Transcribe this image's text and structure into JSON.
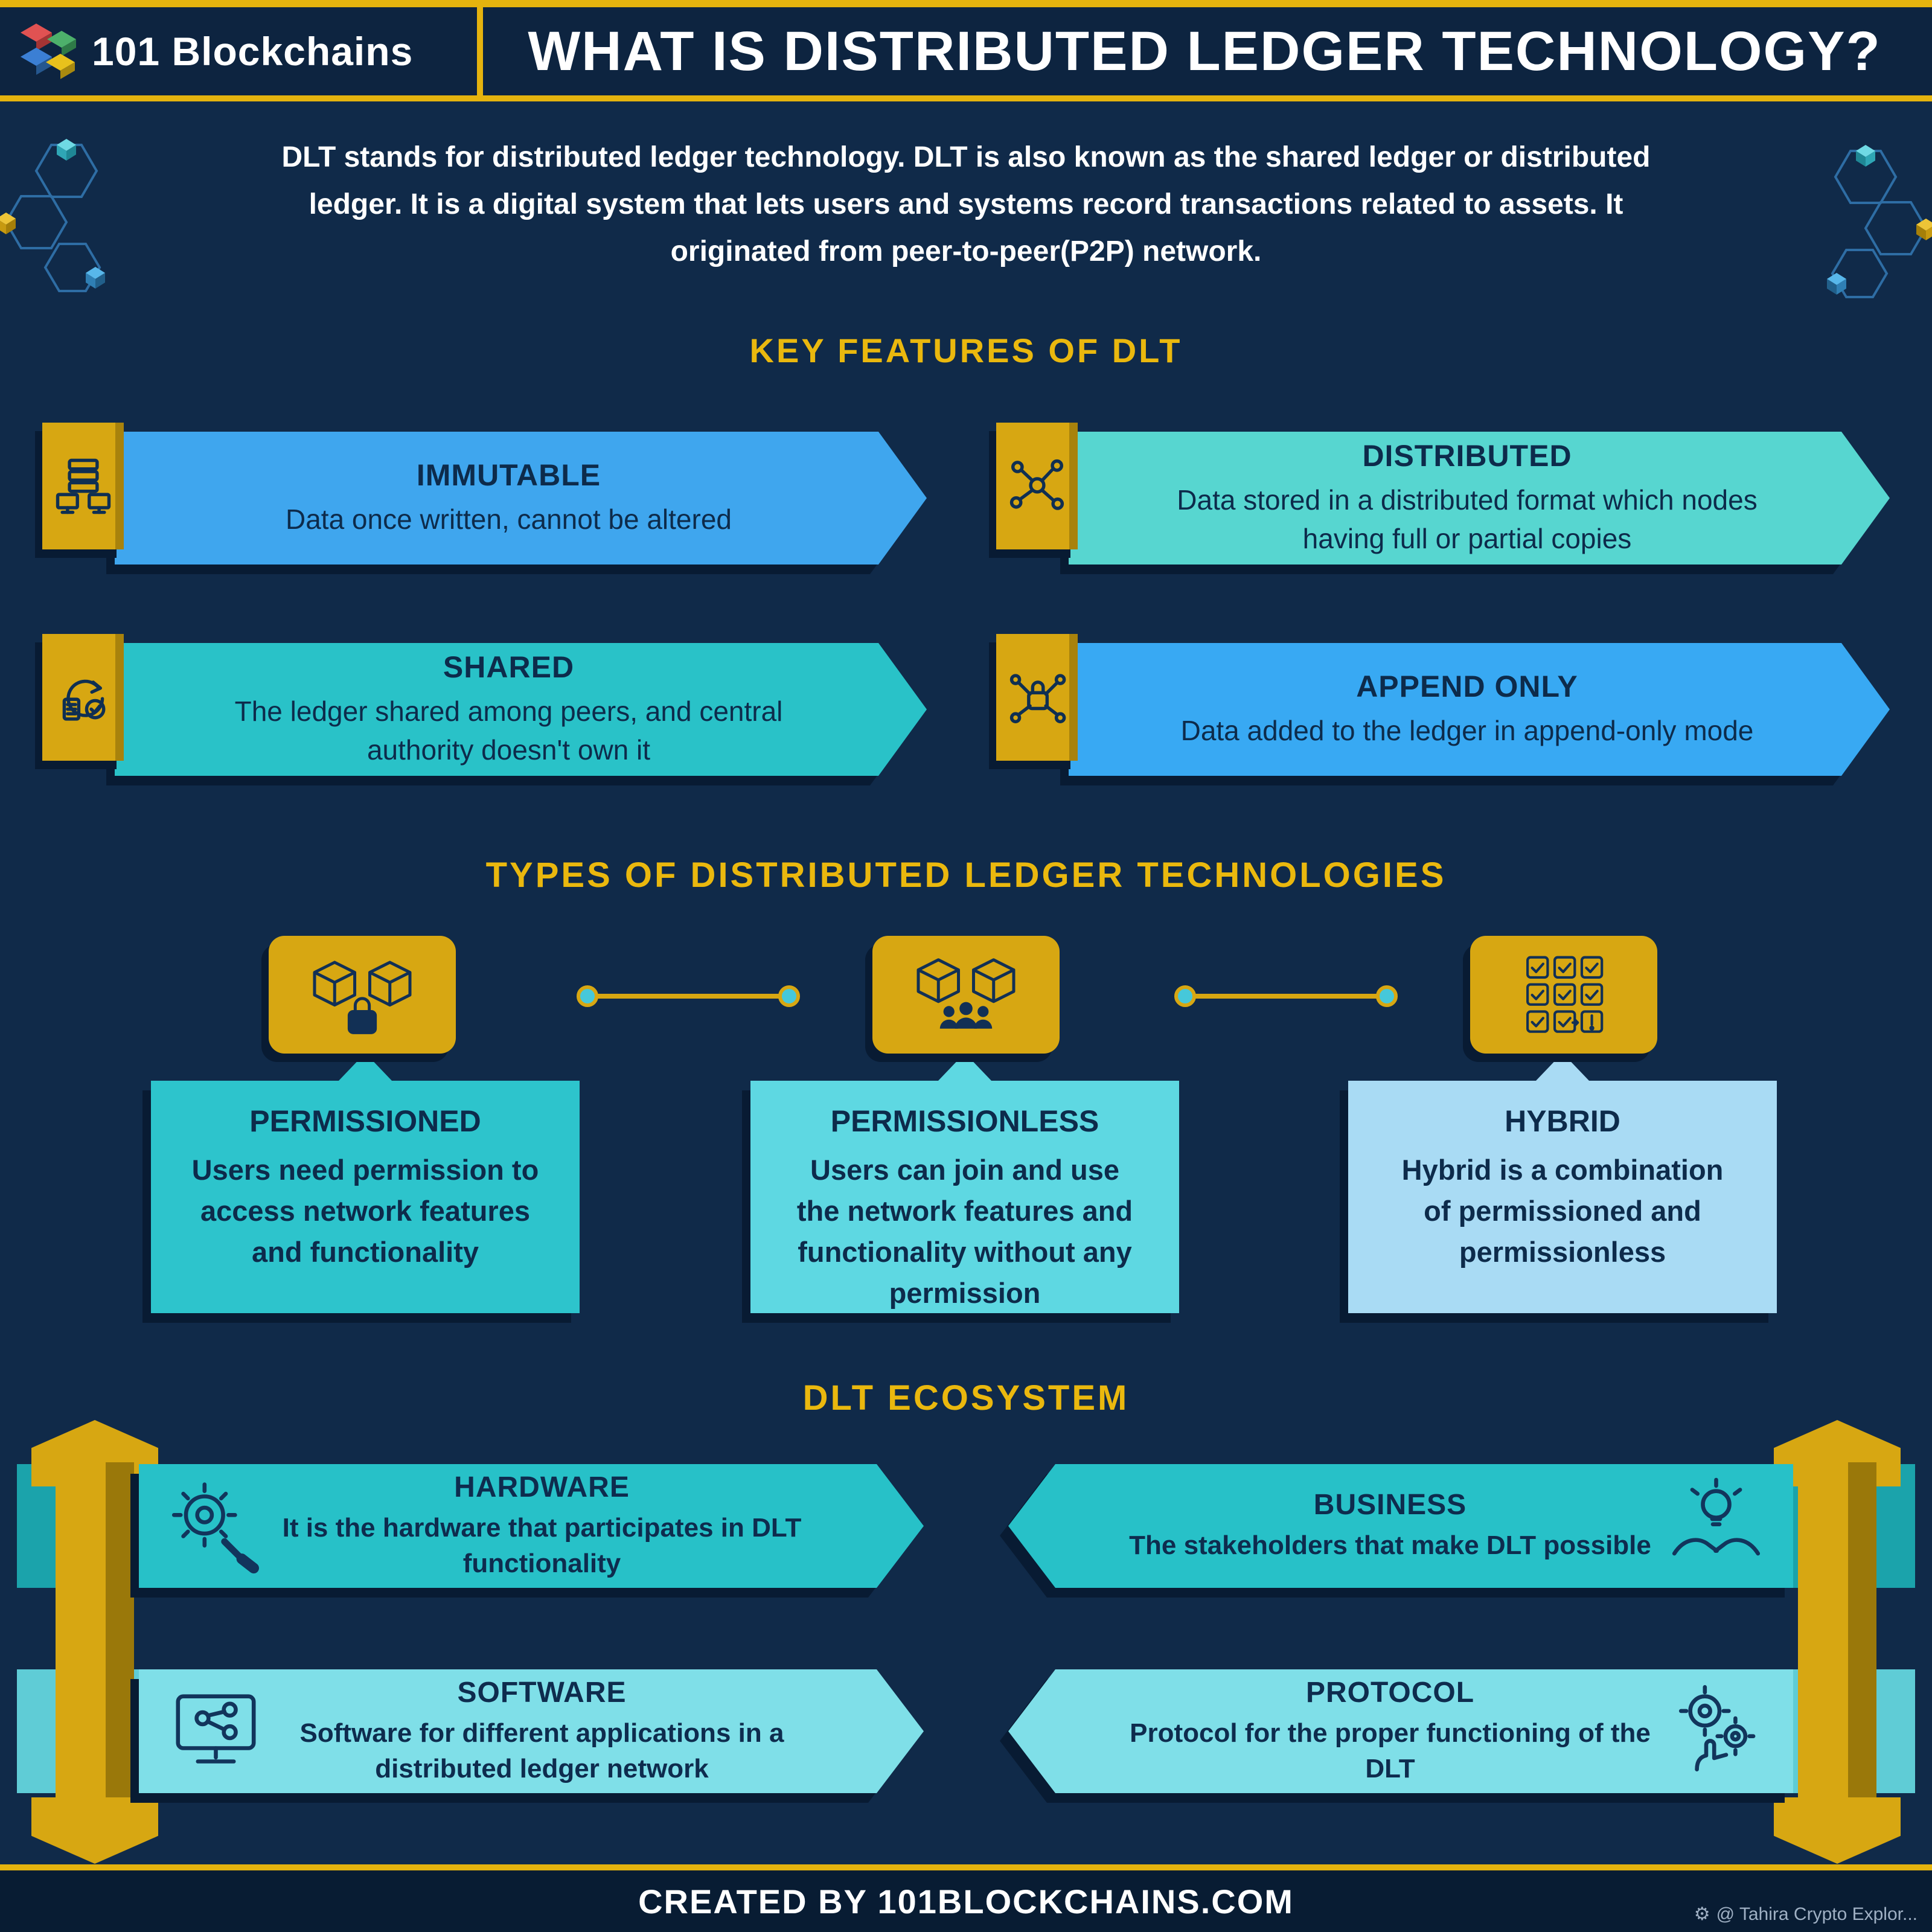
{
  "header": {
    "brand": "101 Blockchains",
    "title": "WHAT IS DISTRIBUTED LEDGER TECHNOLOGY?"
  },
  "intro": {
    "text": "DLT stands for distributed ledger technology. DLT is also known as the shared ledger or distributed ledger. It is a digital system that lets users and systems record transactions related to assets. It originated from peer-to-peer(P2P) network."
  },
  "sections": {
    "features": {
      "heading": "KEY FEATURES OF DLT",
      "items": [
        {
          "title": "IMMUTABLE",
          "desc": "Data once written, cannot be altered",
          "icon": "servers-icon",
          "color": "#3fa6ee"
        },
        {
          "title": "DISTRIBUTED",
          "desc": "Data stored in a distributed format which nodes having full or partial copies",
          "icon": "network-nodes-icon",
          "color": "#57d6d0"
        },
        {
          "title": "SHARED",
          "desc": "The ledger shared among peers, and central authority doesn't own it",
          "icon": "shared-ledger-icon",
          "color": "#29c2c8"
        },
        {
          "title": "APPEND ONLY",
          "desc": "Data added to the ledger in append-only mode",
          "icon": "append-lock-icon",
          "color": "#38a9f3"
        }
      ]
    },
    "types": {
      "heading": "TYPES OF DISTRIBUTED LEDGER TECHNOLOGIES",
      "items": [
        {
          "title": "PERMISSIONED",
          "desc": "Users need permission to access network features and functionality",
          "icon": "cubes-lock-icon",
          "color": "#2dc4cc"
        },
        {
          "title": "PERMISSIONLESS",
          "desc": "Users can join and use the network features and functionality without any permission",
          "icon": "cubes-people-icon",
          "color": "#5ed8e2"
        },
        {
          "title": "HYBRID",
          "desc": "Hybrid is a combination of permissioned and permissionless",
          "icon": "checklist-icon",
          "color": "#a9dbf4"
        }
      ]
    },
    "ecosystem": {
      "heading": "DLT ECOSYSTEM",
      "items": [
        {
          "title": "HARDWARE",
          "desc": "It is the hardware that participates in DLT functionality",
          "icon": "gear-screwdriver-icon"
        },
        {
          "title": "BUSINESS",
          "desc": "The stakeholders that make DLT possible",
          "icon": "hands-bulb-icon"
        },
        {
          "title": "SOFTWARE",
          "desc": "Software for different applications in a distributed ledger network",
          "icon": "monitor-share-icon"
        },
        {
          "title": "PROTOCOL",
          "desc": "Protocol for the proper functioning of the DLT",
          "icon": "gears-hand-icon"
        }
      ]
    }
  },
  "footer": {
    "text": "CREATED BY 101BLOCKCHAINS.COM",
    "credit": "@ Tahira Crypto Explor..."
  },
  "colors": {
    "background": "#102a49",
    "gold": "#d7a712",
    "heading_yellow": "#eab80e",
    "navy_text": "#0d2b4b",
    "banner_blue": "#3fa6ee",
    "banner_teal": "#29c2c8"
  }
}
